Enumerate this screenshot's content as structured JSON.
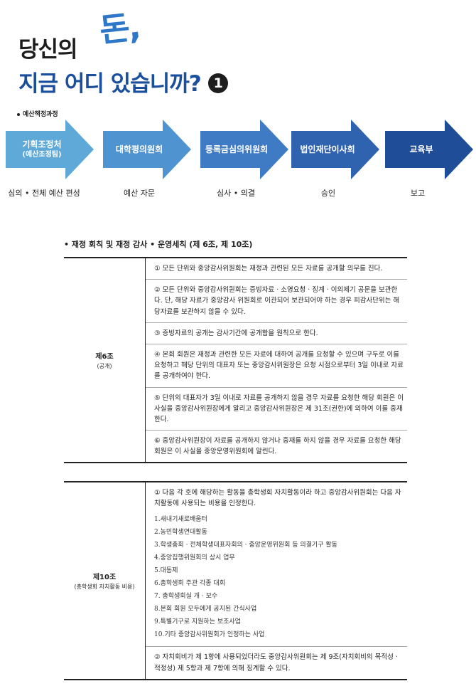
{
  "header": {
    "title_line1": "당신의",
    "title_accent": "돈,",
    "title_line2": "지금 어디 있습니까?",
    "title_number": "1"
  },
  "process": {
    "label": "예산책정과정",
    "colors": [
      "#5fa9d9",
      "#4f94d1",
      "#3f7bc4",
      "#2f63b0",
      "#1f4d98"
    ],
    "stages": [
      {
        "name": "기획조정처",
        "sub": "(예산조정팀)",
        "caption": "심의 • 전체 예산 편성"
      },
      {
        "name": "대학평의원회",
        "sub": "",
        "caption": "예산 자문"
      },
      {
        "name": "등록금심의위원회",
        "sub": "",
        "caption": "심사 • 의결"
      },
      {
        "name": "법인재단이사회",
        "sub": "",
        "caption": "승인"
      },
      {
        "name": "교육부",
        "sub": "",
        "caption": "보고"
      }
    ]
  },
  "section": {
    "heading": "재정 회칙 및 재정 감사 • 운영세칙 (제 6조, 제 10조)"
  },
  "article6": {
    "title": "제6조",
    "subtitle": "(공개)",
    "clauses": [
      "① 모든 단위와 중앙감사위원회는 재정과 관련된 모든 자료를 공개할 의무를 진다.",
      "② 모든 단위와 중앙감사위원회는 증빙자료 · 소영요청 · 징계 · 이의제기 공문을 보관한다. 단, 해당 자료가 중앙감사 위원회로 이관되어 보관되어야 하는 경우 피감사단위는 해당자료를 보관하지 않을 수 있다.",
      "③ 증빙자료의 공개는 감사기간에 공개함을 원칙으로 한다.",
      "④ 본회 회원은 재정과 관련한 모든 자료에 대하여 공개를 요청할 수 있으며 구두로 이를 요청하고 해당 단위의 대표자 또는 중앙감사위원장은 요청 시점으로부터 3일 이내로 자료를 공개하여야 한다.",
      "⑤ 단위의 대표자가 3일 이내로 자료를 공개하지 않을 경우 자료를 요청한 해당 회원은 이 사실을 중앙감사위원장에게 알리고 중앙감사위원장은 제 31조(권한)에 의하여 이를 중재한다.",
      "⑥ 중앙감사위원장이 자료를 공개하지 않거나 중재를 하지 않을 경우 자료를 요청한 해당 회원은 이 사실을 중앙운영위원회에 알린다."
    ]
  },
  "article10": {
    "title": "제10조",
    "subtitle": "(총학생회 자치활동 비용)",
    "clause1": "① 다음 각 호에 해당하는 활동을 총학생회 자치활동이라 하고 중앙감사위원회는 다음 자치활동에 사용되는 비용을 인정한다.",
    "items": [
      "1.새내기새로배움터",
      "2.농민학생연대활동",
      "3.학생총회 · 전체학생대표자회의 · 중앙운영위원회 등 의결기구 활동",
      "4.중앙집행위원회의 상시 업무",
      "5.대동제",
      "6.총학생회 주관 각종 대회",
      "7. 총학생회실 개 · 보수",
      "8.본회 회원 모두에게 공지된 간식사업",
      "9.특별기구로 지원하는 보조사업",
      "10.기타 중앙감사위원회가 인정하는 사업"
    ],
    "clause2": "② 자치회비가 제 1항에 사용되었더라도 중앙감사위원회는 제 9조(자치회비의 목적성 · 적정성) 제 5항과 제 7항에 의해 징계할 수 있다."
  }
}
